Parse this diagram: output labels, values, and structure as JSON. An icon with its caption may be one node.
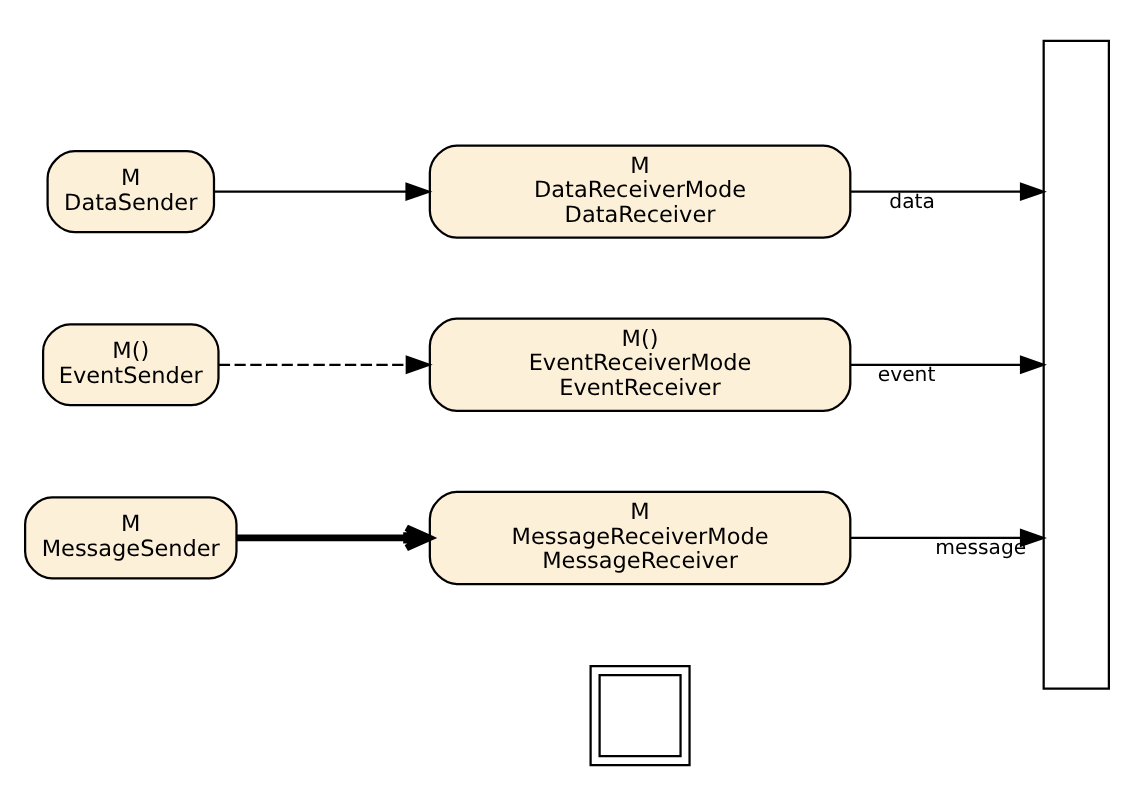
{
  "diagram": {
    "nodes": [
      {
        "text": [
          "M",
          "DataSender"
        ]
      },
      {
        "text": [
          "M",
          "DataReceiverMode",
          "DataReceiver"
        ]
      },
      {
        "text": [
          "M()",
          "EventSender"
        ]
      },
      {
        "text": [
          "M()",
          "EventReceiverMode",
          "EventReceiver"
        ]
      },
      {
        "text": [
          "M",
          "MessageSender"
        ]
      },
      {
        "text": [
          "M",
          "MessageReceiverMode",
          "MessageReceiver"
        ]
      },
      {
        "text": [],
        "shape": "box"
      },
      {
        "text": [],
        "shape": "box"
      }
    ],
    "edges": [
      {
        "from": 0,
        "to": 1,
        "arrow": "to"
      },
      {
        "from": 2,
        "to": 3,
        "arrow": "to",
        "style": "dashed"
      },
      {
        "from": 4,
        "to": 5,
        "arrow": "to",
        "style": "thick"
      },
      {
        "from": 1,
        "to": 6,
        "arrow": "to",
        "label": "data"
      },
      {
        "from": 3,
        "to": 6,
        "arrow": "to",
        "label": "event"
      },
      {
        "from": 5,
        "to": 6,
        "arrow": "to",
        "label": "message"
      }
    ]
  }
}
